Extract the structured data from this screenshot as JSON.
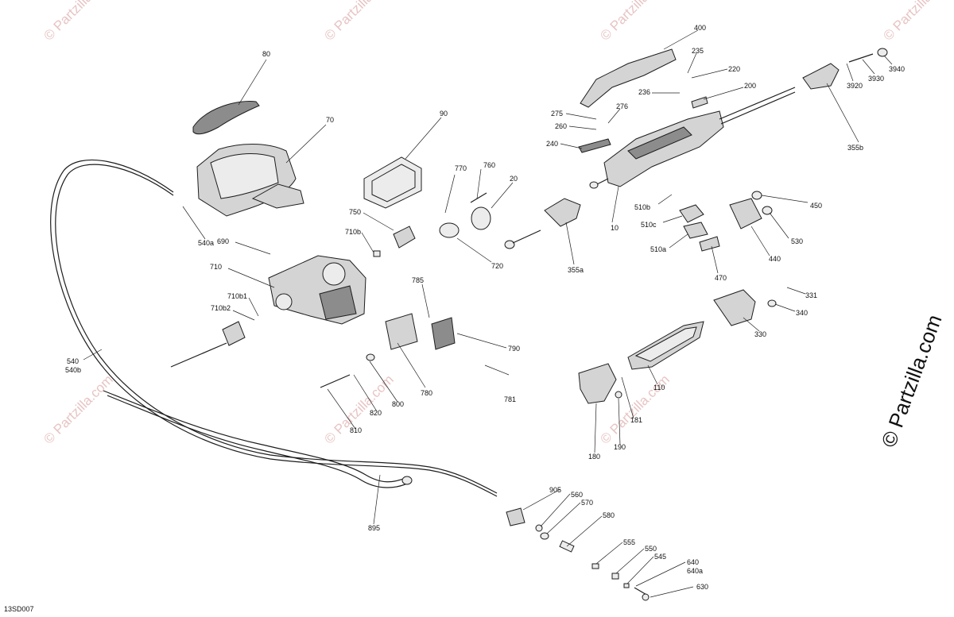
{
  "diagram_code": "13SD007",
  "copyright": "© Partzilla.com",
  "watermark_text": "© Partzilla.com",
  "colors": {
    "line": "#1e1e1e",
    "part_fill": "#d4d4d4",
    "watermark": "#e8c4c4"
  },
  "labels": [
    {
      "id": "80",
      "text": "80"
    },
    {
      "id": "70",
      "text": "70"
    },
    {
      "id": "90",
      "text": "90"
    },
    {
      "id": "770",
      "text": "770"
    },
    {
      "id": "760",
      "text": "760"
    },
    {
      "id": "20",
      "text": "20"
    },
    {
      "id": "750",
      "text": "750"
    },
    {
      "id": "710b",
      "text": "710b"
    },
    {
      "id": "690",
      "text": "690"
    },
    {
      "id": "710",
      "text": "710"
    },
    {
      "id": "710b1",
      "text": "710b1"
    },
    {
      "id": "710b2",
      "text": "710b2"
    },
    {
      "id": "720",
      "text": "720"
    },
    {
      "id": "540a",
      "text": "540a"
    },
    {
      "id": "540",
      "text": "540"
    },
    {
      "id": "540b",
      "text": "540b"
    },
    {
      "id": "785",
      "text": "785"
    },
    {
      "id": "790",
      "text": "790"
    },
    {
      "id": "781",
      "text": "781"
    },
    {
      "id": "780",
      "text": "780"
    },
    {
      "id": "800",
      "text": "800"
    },
    {
      "id": "820",
      "text": "820"
    },
    {
      "id": "810",
      "text": "810"
    },
    {
      "id": "895",
      "text": "895"
    },
    {
      "id": "905",
      "text": "905"
    },
    {
      "id": "560",
      "text": "560"
    },
    {
      "id": "570",
      "text": "570"
    },
    {
      "id": "580",
      "text": "580"
    },
    {
      "id": "555",
      "text": "555"
    },
    {
      "id": "550",
      "text": "550"
    },
    {
      "id": "545",
      "text": "545"
    },
    {
      "id": "640",
      "text": "640"
    },
    {
      "id": "640a",
      "text": "640a"
    },
    {
      "id": "630",
      "text": "630"
    },
    {
      "id": "400",
      "text": "400"
    },
    {
      "id": "235",
      "text": "235"
    },
    {
      "id": "220",
      "text": "220"
    },
    {
      "id": "236",
      "text": "236"
    },
    {
      "id": "200",
      "text": "200"
    },
    {
      "id": "275",
      "text": "275"
    },
    {
      "id": "276",
      "text": "276"
    },
    {
      "id": "260",
      "text": "260"
    },
    {
      "id": "240",
      "text": "240"
    },
    {
      "id": "10",
      "text": "10"
    },
    {
      "id": "355a",
      "text": "355a"
    },
    {
      "id": "355b",
      "text": "355b"
    },
    {
      "id": "3920",
      "text": "3920"
    },
    {
      "id": "3930",
      "text": "3930"
    },
    {
      "id": "3940",
      "text": "3940"
    },
    {
      "id": "510b",
      "text": "510b"
    },
    {
      "id": "510c",
      "text": "510c"
    },
    {
      "id": "510a",
      "text": "510a"
    },
    {
      "id": "450",
      "text": "450"
    },
    {
      "id": "530",
      "text": "530"
    },
    {
      "id": "440",
      "text": "440"
    },
    {
      "id": "470",
      "text": "470"
    },
    {
      "id": "331",
      "text": "331"
    },
    {
      "id": "340",
      "text": "340"
    },
    {
      "id": "330",
      "text": "330"
    },
    {
      "id": "110",
      "text": "110"
    },
    {
      "id": "181",
      "text": "181"
    },
    {
      "id": "180",
      "text": "180"
    },
    {
      "id": "190",
      "text": "190"
    }
  ]
}
